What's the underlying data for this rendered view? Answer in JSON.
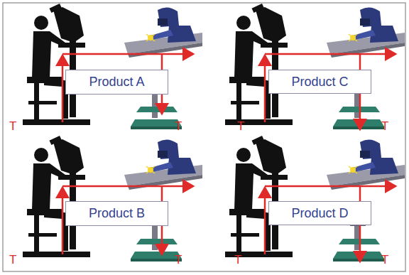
{
  "diagram": {
    "nodes": [
      {
        "text": [
          "Product A"
        ]
      },
      {
        "text": [
          "Product C"
        ]
      },
      {
        "text": [
          "Product B"
        ]
      },
      {
        "text": [
          "Product D"
        ]
      }
    ],
    "labels": [
      "T",
      "T",
      "T",
      "T",
      "T",
      "T",
      "T",
      "T"
    ]
  }
}
